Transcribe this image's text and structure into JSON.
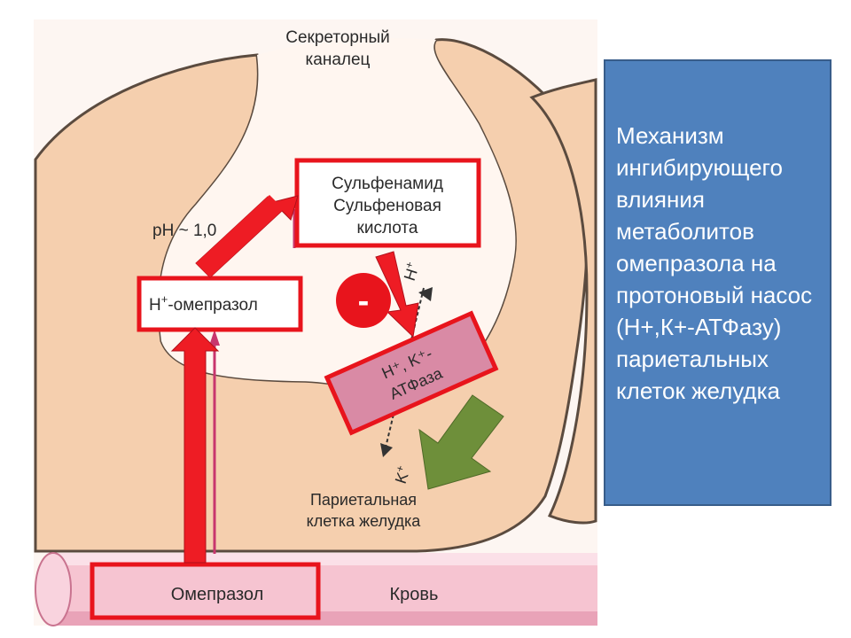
{
  "diagram": {
    "labels": {
      "canaliculus_line1": "Секреторный",
      "canaliculus_line2": "каналец",
      "ph": "pH ~ 1,0",
      "sulfenamide_line1": "Сульфенамид",
      "sulfenamide_line2": "Сульфеновая",
      "sulfenamide_line3": "кислота",
      "h_omeprazole_prefix": "H",
      "h_omeprazole_sup": "+",
      "h_omeprazole_rest": "-омепразол",
      "inhibit_sign": "-",
      "h_ion": "H",
      "h_ion_sup": "+",
      "atpase_line1": "H⁺, K⁺-",
      "atpase_line2": "АТФаза",
      "k_ion": "K",
      "k_ion_sup": "+",
      "cell_line1": "Париетальная",
      "cell_line2": "клетка желудка",
      "omeprazole": "Омепразол",
      "blood": "Кровь"
    },
    "colors": {
      "cell": "#f5cfae",
      "cell_outline": "#5b4b3f",
      "lumen": "#fff6f0",
      "box_border": "#e8141c",
      "red_arrow": "#ee1c24",
      "green_arrow": "#6e8f3a",
      "atpase_fill": "#d98aa5",
      "vessel": "#f6c4d1",
      "vessel_shade": "#e9a3b8"
    }
  },
  "panel": {
    "text": "Механизм ингибирующего влияния метаболитов омепразола на протоновый насос (Н+,К+-АТФазу) париетальных клеток желудка",
    "bg": "#4f81bd"
  }
}
